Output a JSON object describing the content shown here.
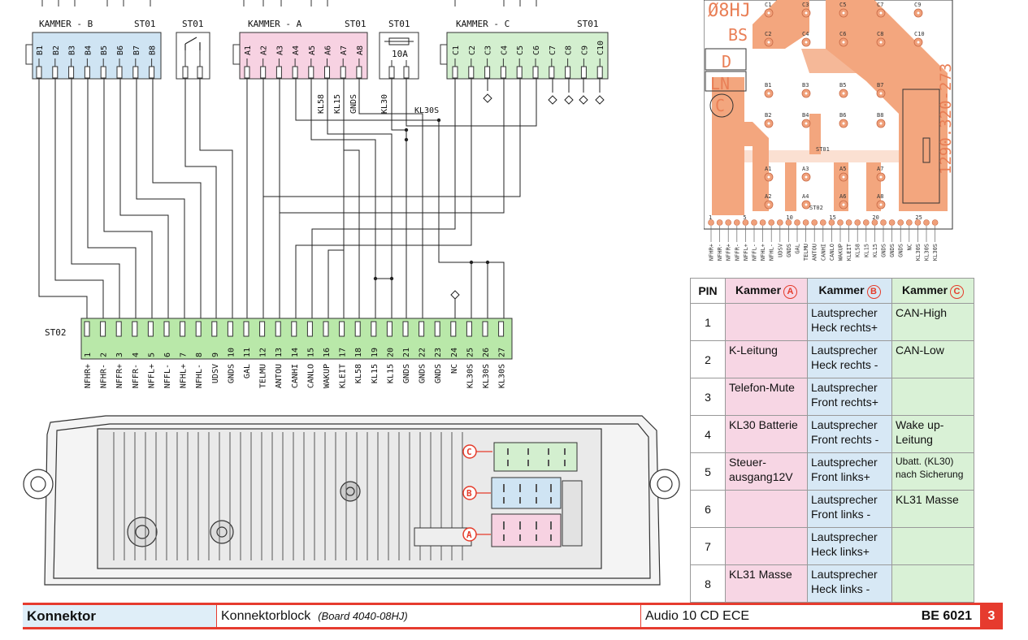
{
  "diagram": {
    "kammer_b": {
      "title": "KAMMER - B",
      "st": "ST01",
      "pins": [
        "B1",
        "B2",
        "B3",
        "B4",
        "B5",
        "B6",
        "B7",
        "B8"
      ]
    },
    "switch_block": {
      "st": "ST01"
    },
    "kammer_a": {
      "title": "KAMMER - A",
      "st": "ST01",
      "pins": [
        "A1",
        "A2",
        "A3",
        "A4",
        "A5",
        "A6",
        "A7",
        "A8"
      ]
    },
    "fuse_block": {
      "st": "ST01",
      "rating": "10A"
    },
    "kammer_c": {
      "title": "KAMMER - C",
      "st": "ST01",
      "pins": [
        "C1",
        "C2",
        "C3",
        "C4",
        "C5",
        "C6",
        "C7",
        "C8",
        "C9",
        "C10"
      ]
    },
    "mid_labels": [
      "KL58",
      "KL15",
      "GNDS",
      "KL30"
    ],
    "kl30s_label": "KL30S",
    "st02": {
      "title": "ST02",
      "pins": [
        "1",
        "2",
        "3",
        "4",
        "5",
        "6",
        "7",
        "8",
        "9",
        "10",
        "11",
        "12",
        "13",
        "14",
        "15",
        "16",
        "17",
        "18",
        "19",
        "20",
        "21",
        "22",
        "23",
        "24",
        "25",
        "26",
        "27"
      ],
      "labels": [
        "NFHR+",
        "NFHR-",
        "NFFR+",
        "NFFR-",
        "NFFL+",
        "NFFL-",
        "NFHL+",
        "NFHL-",
        "UDSV",
        "GNDS",
        "GAL",
        "TELMU",
        "ANTOU",
        "CANHI",
        "CANLO",
        "WAKUP",
        "KLEIT",
        "KL58",
        "KL15",
        "KL15",
        "GNDS",
        "GNDS",
        "GNDS",
        "NC",
        "KL30S",
        "KL30S",
        "KL30S"
      ]
    },
    "unit_markers": [
      "C",
      "B",
      "A"
    ]
  },
  "pcb": {
    "board_text": "Ø8HJ",
    "side_text": "1290.320-273",
    "letters": [
      "BS",
      "D",
      "LN",
      "C"
    ],
    "st01": "ST01",
    "st02": "ST02",
    "c_pads": [
      "C1",
      "C3",
      "C5",
      "C7",
      "C9",
      "C2",
      "C4",
      "C6",
      "C8",
      "C10"
    ],
    "b_pads": [
      "B1",
      "B3",
      "B5",
      "B7",
      "B2",
      "B4",
      "B6",
      "B8"
    ],
    "a_pads": [
      "A1",
      "A3",
      "A5",
      "A7",
      "A2",
      "A4",
      "A6",
      "A8"
    ],
    "pin_numbers": [
      "1",
      "5",
      "10",
      "15",
      "20",
      "25"
    ],
    "bottom_labels": [
      "NFHR+",
      "NFHR-",
      "NFFR+",
      "NFFR-",
      "NFFL+",
      "NFFL-",
      "NFHL+",
      "NFHL-",
      "UDSV",
      "GNDS",
      "GAL",
      "TELMU",
      "ANTOU",
      "CANHI",
      "CANLO",
      "WAKUP",
      "KLEIT",
      "KL58",
      "KL15",
      "KL15",
      "GNDS",
      "GNDS",
      "GNDS",
      "NC",
      "KL30S",
      "KL30S",
      "KL30S"
    ]
  },
  "pin_table": {
    "headers": {
      "pin": "PIN",
      "a": "Kammer",
      "a_badge": "A",
      "b": "Kammer",
      "b_badge": "B",
      "c": "Kammer",
      "c_badge": "C"
    },
    "rows": [
      {
        "pin": "1",
        "a": "",
        "b": "Lautsprecher Heck rechts+",
        "c": "CAN-High"
      },
      {
        "pin": "2",
        "a": "K-Leitung",
        "b": "Lautsprecher Heck rechts -",
        "c": "CAN-Low"
      },
      {
        "pin": "3",
        "a": "Telefon-Mute",
        "b": "Lautsprecher Front rechts+",
        "c": ""
      },
      {
        "pin": "4",
        "a": "KL30 Batterie",
        "b": "Lautsprecher Front rechts -",
        "c": "Wake up-Leitung"
      },
      {
        "pin": "5",
        "a": "Steuer-ausgang12V",
        "b": "Lautsprecher Front links+",
        "c": "Ubatt. (KL30) nach Sicherung"
      },
      {
        "pin": "6",
        "a": "",
        "b": "Lautsprecher Front links -",
        "c": "KL31 Masse"
      },
      {
        "pin": "7",
        "a": "",
        "b": "Lautsprecher Heck links+",
        "c": ""
      },
      {
        "pin": "8",
        "a": "KL31 Masse",
        "b": "Lautsprecher Heck links -",
        "c": ""
      }
    ]
  },
  "footer": {
    "section": "Konnektor",
    "title": "Konnektorblock",
    "subtitle": "(Board 4040-08HJ)",
    "device": "Audio 10 CD ECE",
    "code": "BE 6021",
    "page": "3"
  },
  "colors": {
    "kammer_a": "#f7d2e2",
    "kammer_b": "#cfe4f3",
    "kammer_c": "#d3efcf",
    "st02": "#b9e8a9",
    "pcb_copper": "#f3a67e",
    "accent": "#e63b2e"
  }
}
